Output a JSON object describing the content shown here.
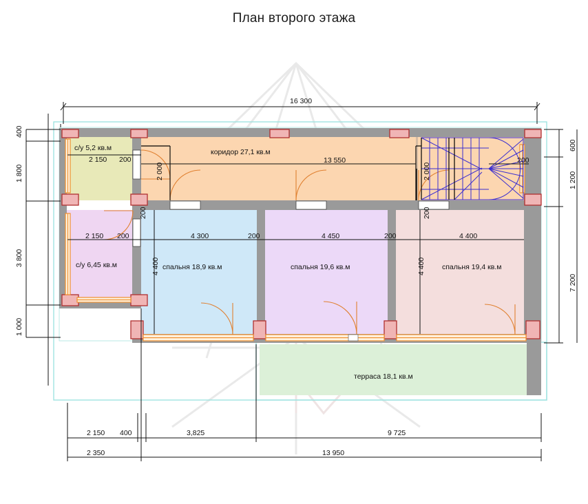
{
  "title": "План второго этажа",
  "dimensions": {
    "top_overall": "16 300",
    "left": [
      "400",
      "1 800",
      "3 800",
      "1 000"
    ],
    "right": [
      "600",
      "1 200",
      "7 200"
    ],
    "bottom_row1": [
      "2 150",
      "400",
      "3,825",
      "9 725"
    ],
    "bottom_row2": [
      "2 350",
      "13 950"
    ],
    "corridor_length": "13 550",
    "bath_top": [
      "2 150",
      "200"
    ],
    "bath_left": [
      "2 150",
      "200"
    ],
    "vertical_2000_left": "2 000",
    "vertical_200_left": "200",
    "vertical_2000_right": "2 000",
    "vertical_200_right": "200",
    "stair_right_200": "200",
    "bedroom1_width": "4 300",
    "bedroom1_height": "4 400",
    "wall_200_a": "200",
    "bedroom2_width": "4 450",
    "wall_200_b": "200",
    "bedroom3_width": "4 400",
    "bedroom3_height": "4 400"
  },
  "rooms": [
    {
      "id": "bath-upper",
      "name": "с/у 5,2 кв.м",
      "fill": "#e8e9b8"
    },
    {
      "id": "corridor",
      "name": "коридор 27,1 кв.м",
      "fill": "#fcd6b0"
    },
    {
      "id": "bath-lower",
      "name": "с/у 6,45 кв.м",
      "fill": "#efd6f2"
    },
    {
      "id": "bedroom-1",
      "name": "спальня 18,9 кв.м",
      "fill": "#cfe8f8"
    },
    {
      "id": "bedroom-2",
      "name": "спальня 19,6 кв.м",
      "fill": "#ecd9f8"
    },
    {
      "id": "bedroom-3",
      "name": "спальня 19,4 кв.м",
      "fill": "#f4dedd"
    },
    {
      "id": "terrace",
      "name": "терраса 18,1 кв.м",
      "fill": "#dcf0d8"
    },
    {
      "id": "staircase",
      "name": "",
      "fill": "#fcd6b0"
    }
  ],
  "colors": {
    "wall": "#9a9a9a",
    "column_fill": "#f0b5b5",
    "column_stroke": "#b03030",
    "window": "#f09030",
    "stair_line": "#3a2ed0",
    "outline_cyan": "#9fe3e0",
    "dim_line": "#111111",
    "watermark": "#e8e8e8"
  }
}
